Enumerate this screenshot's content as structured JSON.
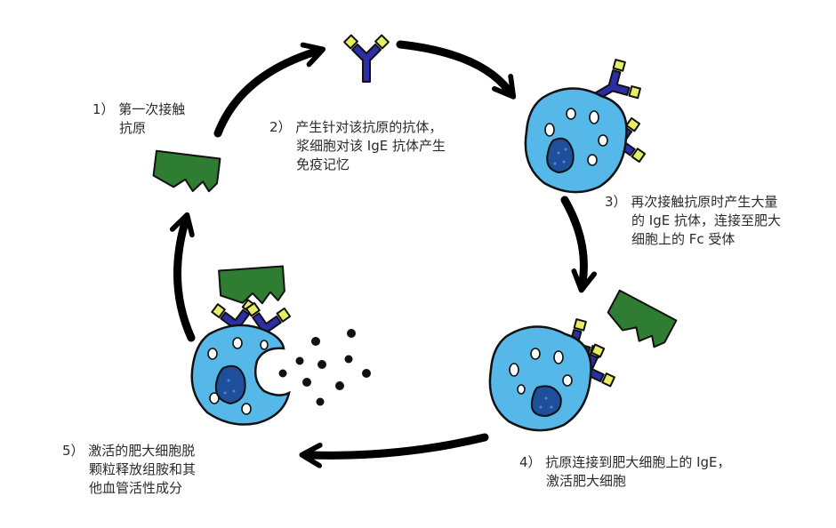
{
  "steps": [
    {
      "lines": [
        "1） 第一次接触",
        "抗原"
      ]
    },
    {
      "lines": [
        "2） 产生针对该抗原的抗体，",
        "浆细胞对该 IgE 抗体产生",
        "免疫记忆"
      ]
    },
    {
      "lines": [
        "3） 再次接触抗原时产生大量",
        "的 IgE 抗体，连接至肥大",
        "细胞上的 Fc 受体"
      ]
    },
    {
      "lines": [
        "4） 抗原连接到肥大细胞上的 IgE，",
        "激活肥大细胞"
      ]
    },
    {
      "lines": [
        "5） 激活的肥大细胞脱",
        "颗粒释放组胺和其",
        "他血管活性成分"
      ]
    }
  ],
  "colors": {
    "antigen": "#2e7d32",
    "antibody": "#2a2fa8",
    "antibody_tip": "#e6ef63",
    "cell": "#55b8e8",
    "nucleus": "#1f4e9a",
    "arrow": "#000000"
  }
}
